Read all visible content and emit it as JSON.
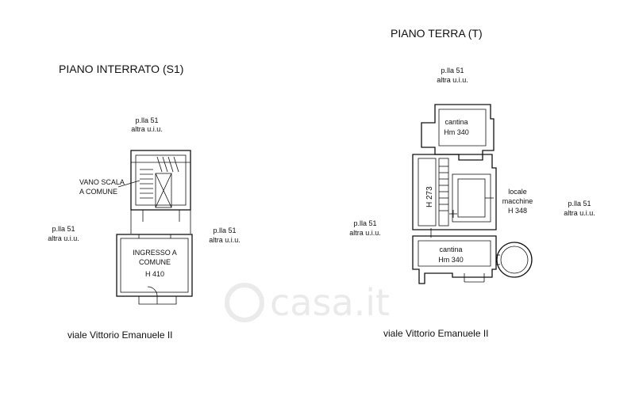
{
  "basement": {
    "title": "PIANO INTERRATO (S1)",
    "neighbor_top": {
      "line1": "p.lla 51",
      "line2": "altra u.i.u."
    },
    "neighbor_left": {
      "line1": "p.lla 51",
      "line2": "altra u.i.u."
    },
    "neighbor_right": {
      "line1": "p.lla 51",
      "line2": "altra u.i.u."
    },
    "stair_label": {
      "line1": "VANO SCALA",
      "line2": "A COMUNE"
    },
    "entrance": {
      "line1": "INGRESSO A",
      "line2": "COMUNE",
      "line3": "H 410"
    },
    "street": "viale Vittorio Emanuele II"
  },
  "ground": {
    "title": "PIANO TERRA (T)",
    "neighbor_top": {
      "line1": "p.lla 51",
      "line2": "altra u.i.u."
    },
    "neighbor_left": {
      "line1": "p.lla 51",
      "line2": "altra u.i.u."
    },
    "neighbor_right": {
      "line1": "p.lla 51",
      "line2": "altra u.i.u."
    },
    "cantina_top": {
      "line1": "cantina",
      "line2": "Hm 340"
    },
    "corridor_height": "H 273",
    "machine_room": {
      "line1": "locale",
      "line2": "macchine",
      "line3": "H 348"
    },
    "cantina_bottom": {
      "line1": "cantina",
      "line2": "Hm 340"
    },
    "street": "viale Vittorio Emanuele II"
  },
  "watermark": {
    "text": "casa.it"
  }
}
